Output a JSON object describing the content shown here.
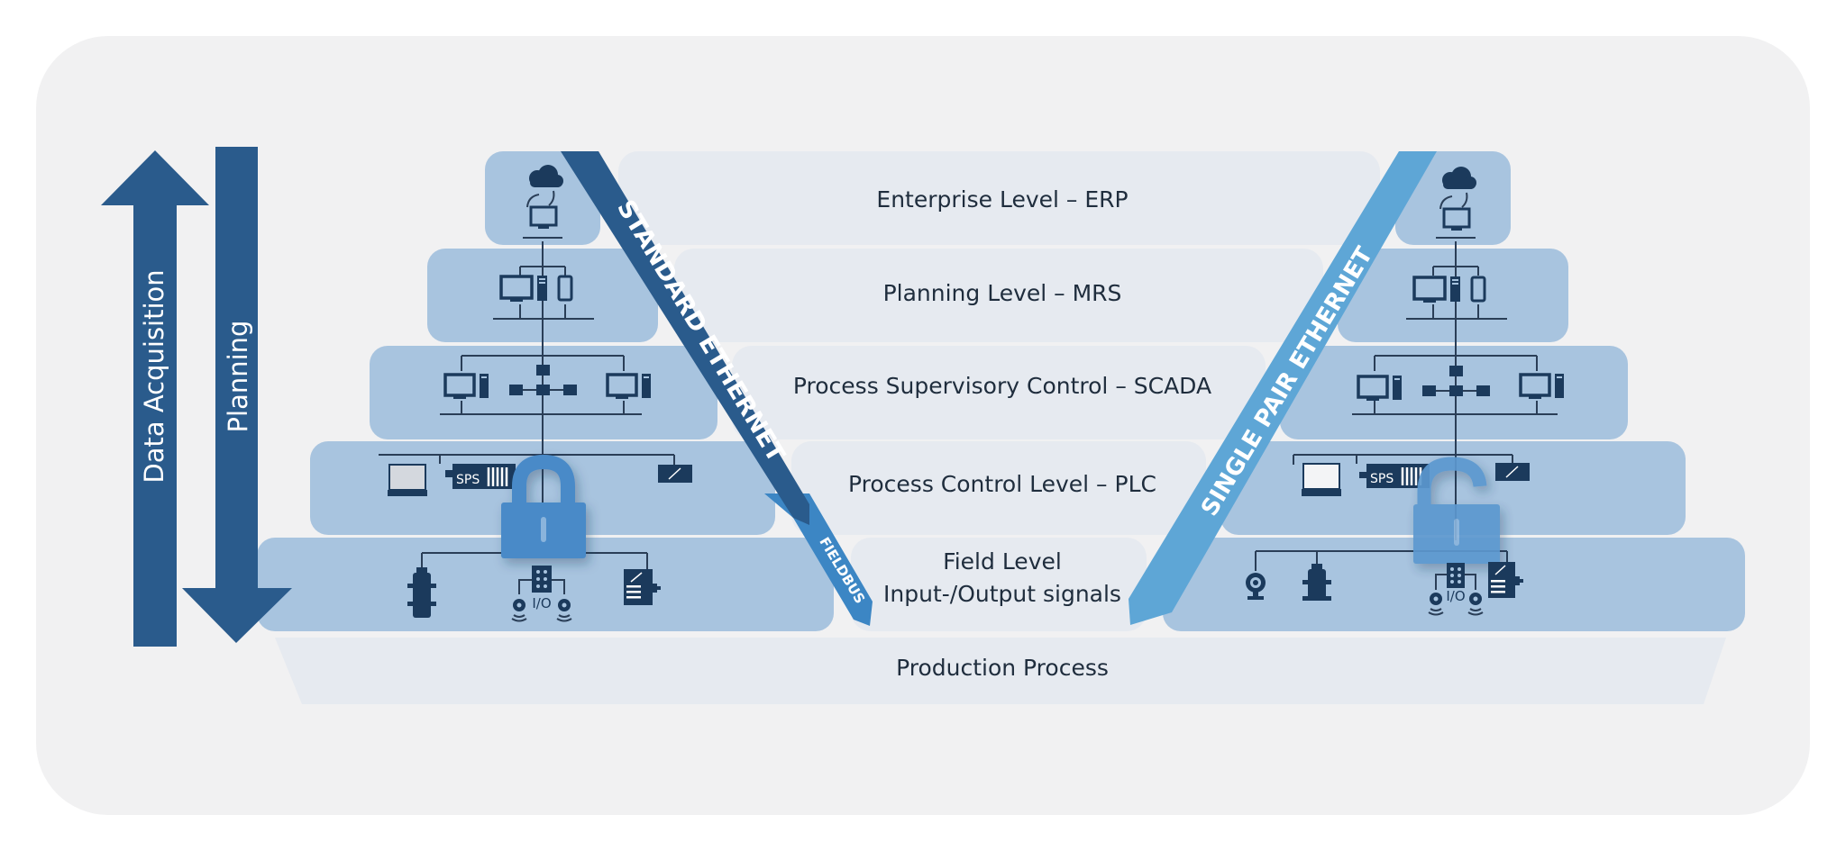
{
  "diagram": {
    "title": "Automation Pyramid – Standard Ethernet vs. Single Pair Ethernet",
    "arrows": {
      "up": {
        "label": "Data Acquisition",
        "direction": "up"
      },
      "down": {
        "label": "Planning",
        "direction": "down"
      }
    },
    "levels": [
      {
        "id": "enterprise",
        "label": "Enterprise Level – ERP"
      },
      {
        "id": "planning",
        "label": "Planning Level – MRS"
      },
      {
        "id": "scada",
        "label": "Process Supervisory Control – SCADA"
      },
      {
        "id": "plc",
        "label": "Process Control Level – PLC"
      },
      {
        "id": "field",
        "label_line1": "Field Level",
        "label_line2": "Input-/Output signals"
      }
    ],
    "base": {
      "label": "Production Process"
    },
    "left_band": {
      "label": "STANDARD ETHERNET",
      "sub_label": "FIELDBUS"
    },
    "right_band": {
      "label": "SINGLE PAIR ETHERNET"
    },
    "device_labels": {
      "sps": "SPS",
      "io": "I/O"
    },
    "left_pyramid": {
      "lock_state": "locked",
      "devices": {
        "enterprise": [
          "cloud-icon",
          "monitor-icon"
        ],
        "planning": [
          "monitor-icon",
          "pc-tower-icon",
          "smartphone-icon"
        ],
        "scada": [
          "monitor-icon",
          "pc-tower-icon",
          "network-topology-icon",
          "monitor-icon",
          "pc-tower-icon"
        ],
        "plc": [
          "laptop-icon",
          "sps-controller-icon",
          "drive-icon"
        ],
        "field": [
          "valve-icon",
          "io-module-icon",
          "sensor-icon",
          "motor-icon"
        ]
      }
    },
    "right_pyramid": {
      "lock_state": "unlocked",
      "devices": {
        "enterprise": [
          "cloud-icon",
          "monitor-icon"
        ],
        "planning": [
          "monitor-icon",
          "pc-tower-icon",
          "smartphone-icon"
        ],
        "scada": [
          "monitor-icon",
          "pc-tower-icon",
          "network-topology-icon",
          "monitor-icon",
          "pc-tower-icon"
        ],
        "plc": [
          "laptop-icon",
          "sps-controller-icon",
          "drive-icon"
        ],
        "field": [
          "camera-icon",
          "valve-icon",
          "io-module-icon",
          "sensor-icon",
          "motor-icon"
        ]
      }
    },
    "colors": {
      "background_panel": "#f1f1f2",
      "level_light": "#e6eaf0",
      "tier_blue": "#a8c4df",
      "dark_blue": "#2a5b8c",
      "band_light_blue": "#5ea6d6",
      "fieldbus_blue": "#3c86c4",
      "lock_blue": "#4a8ac8",
      "device_navy": "#1b3a5c",
      "text_dark": "#1f2d3d"
    }
  }
}
